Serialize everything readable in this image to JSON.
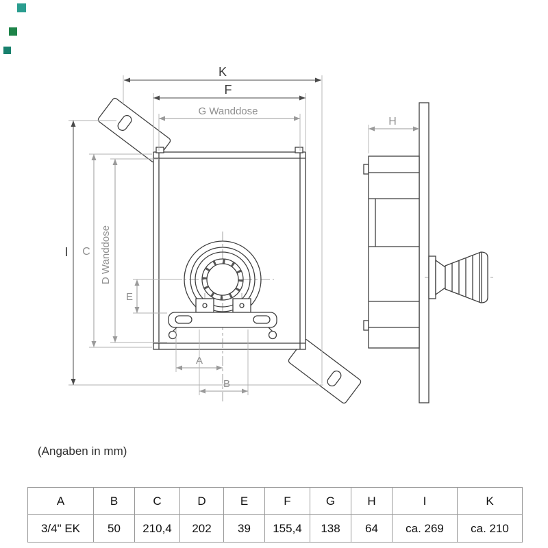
{
  "note": "(Angaben in mm)",
  "labels": {
    "K": "K",
    "F": "F",
    "G": "G Wanddose",
    "I": "I",
    "C": "C",
    "D": "D Wanddose",
    "E": "E",
    "A": "A",
    "B": "B",
    "H": "H"
  },
  "table": {
    "headers": [
      "A",
      "B",
      "C",
      "D",
      "E",
      "F",
      "G",
      "H",
      "I",
      "K"
    ],
    "values": [
      "3/4\" EK",
      "50",
      "210,4",
      "202",
      "39",
      "155,4",
      "138",
      "64",
      "ca. 269",
      "ca. 210"
    ]
  },
  "colors": {
    "drawing_outline": "#3f3f3f",
    "dimension_gray": "#8f8f8f",
    "label_dark": "#3a3a3a",
    "table_border": "#999999",
    "artifact_squares": [
      "#2a9d8f",
      "#1e8449",
      "#17806d"
    ]
  }
}
